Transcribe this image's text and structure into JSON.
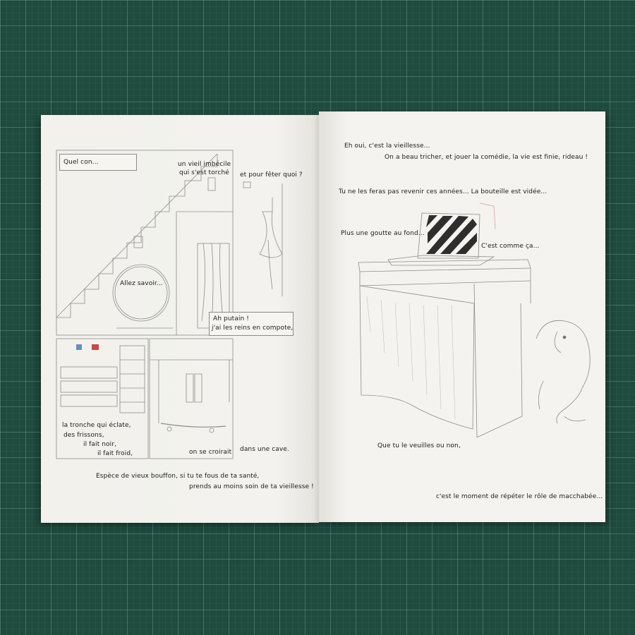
{
  "left_page": {
    "captions": [
      "Quel con...",
      "un vieil imbécile",
      "qui s'est torché",
      "et pour fêter quoi ?",
      "Allez savoir...",
      "Ah putain !",
      "j'ai les reins en compote,",
      "la tronche qui éclate,",
      "des frissons,",
      "il fait noir,",
      "il fait froid,",
      "on se croirait",
      "dans une cave.",
      "Espèce de vieux bouffon, si tu te fous de ta santé,",
      "prends au moins soin de ta vieillesse !"
    ]
  },
  "right_page": {
    "captions": [
      "Eh oui, c'est la vieillesse...",
      "On a beau tricher, et jouer la comédie, la vie est finie, rideau !",
      "Tu ne les feras pas revenir ces années... La bouteille est vidée...",
      "Plus une goutte au fond...",
      "C'est comme ça...",
      "Que tu le veuilles ou non,",
      "c'est le moment de répéter le rôle de macchabée..."
    ]
  },
  "colors": {
    "mat_background": "#1f4a3e",
    "paper": "#f3f2ee",
    "ink": "#1b1b1b",
    "pencil": "#8a8a8a",
    "laptop_stripes": "#2e2e2e"
  }
}
